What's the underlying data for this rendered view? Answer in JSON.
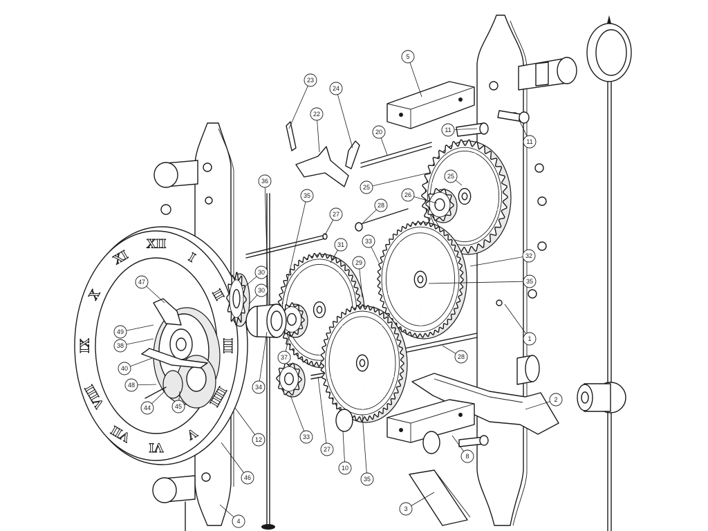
{
  "dial": {
    "numerals": [
      "XII",
      "I",
      "II",
      "III",
      "IIII",
      "V",
      "VI",
      "VII",
      "VIII",
      "IX",
      "X",
      "XI"
    ]
  },
  "callouts": [
    "1",
    "2",
    "3",
    "4",
    "5",
    "8",
    "10",
    "11",
    "11",
    "12",
    "20",
    "22",
    "23",
    "24",
    "25",
    "25",
    "26",
    "27",
    "27",
    "28",
    "28",
    "29",
    "30",
    "30",
    "31",
    "32",
    "33",
    "33",
    "34",
    "35",
    "35",
    "35",
    "36",
    "37",
    "38",
    "40",
    "44",
    "45",
    "46",
    "47",
    "48",
    "49"
  ]
}
